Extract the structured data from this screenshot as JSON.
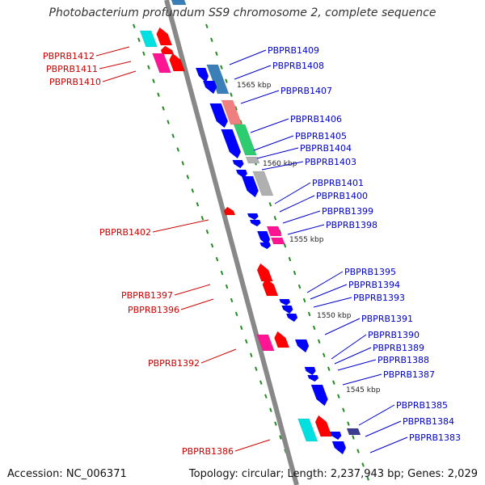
{
  "title": "Photobacterium profundum SS9 chromosome 2, complete sequence",
  "accession": "Accession: NC_006371",
  "summary": "Topology: circular; Length: 2,237,943 bp; Genes: 2,029",
  "colors": {
    "backbone": "#888888",
    "track_dash": "#228b22",
    "plus_strand_label": "#0000cc",
    "minus_strand_label": "#cc0000",
    "red": "#ff0000",
    "blue": "#0000ff",
    "cyan": "#00e0e0",
    "magenta": "#ff1493",
    "steelblue": "#3b7fb8",
    "salmon": "#f08080",
    "seagreen": "#2ecc71",
    "gray": "#b0b0b0",
    "navy": "#3b3b8f"
  },
  "ticks": [
    {
      "label": "1565 kbp"
    },
    {
      "label": "1560 kbp"
    },
    {
      "label": "1555 kbp"
    },
    {
      "label": "1550 kbp"
    },
    {
      "label": "1545 kbp"
    }
  ],
  "labels_minus": [
    {
      "text": "PBPRB1412"
    },
    {
      "text": "PBPRB1411"
    },
    {
      "text": "PBPRB1410"
    },
    {
      "text": "PBPRB1402"
    },
    {
      "text": "PBPRB1397"
    },
    {
      "text": "PBPRB1396"
    },
    {
      "text": "PBPRB1392"
    },
    {
      "text": "PBPRB1386"
    }
  ],
  "labels_plus": [
    {
      "text": "PBPRB1409"
    },
    {
      "text": "PBPRB1408"
    },
    {
      "text": "PBPRB1407"
    },
    {
      "text": "PBPRB1406"
    },
    {
      "text": "PBPRB1405"
    },
    {
      "text": "PBPRB1404"
    },
    {
      "text": "PBPRB1403"
    },
    {
      "text": "PBPRB1401"
    },
    {
      "text": "PBPRB1400"
    },
    {
      "text": "PBPRB1399"
    },
    {
      "text": "PBPRB1398"
    },
    {
      "text": "PBPRB1395"
    },
    {
      "text": "PBPRB1394"
    },
    {
      "text": "PBPRB1393"
    },
    {
      "text": "PBPRB1391"
    },
    {
      "text": "PBPRB1390"
    },
    {
      "text": "PBPRB1389"
    },
    {
      "text": "PBPRB1388"
    },
    {
      "text": "PBPRB1387"
    },
    {
      "text": "PBPRB1385"
    },
    {
      "text": "PBPRB1384"
    },
    {
      "text": "PBPRB1383"
    }
  ]
}
